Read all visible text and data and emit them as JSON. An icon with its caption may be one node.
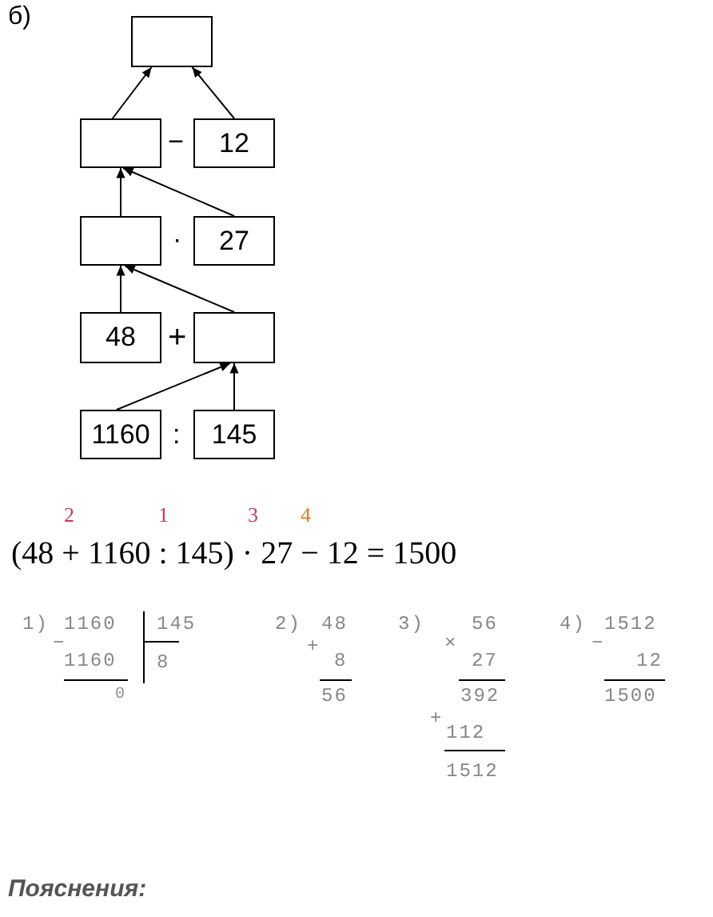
{
  "diagram": {
    "nodes": [
      {
        "text": [],
        "shape": "box"
      },
      {
        "text": [],
        "shape": "box"
      },
      {
        "text": [
          "12"
        ]
      },
      {
        "text": [],
        "shape": "box"
      },
      {
        "text": [
          "27"
        ]
      },
      {
        "text": [
          "48"
        ]
      },
      {
        "text": [],
        "shape": "box"
      },
      {
        "text": [
          "1160"
        ]
      },
      {
        "text": [
          "145"
        ]
      }
    ],
    "edges": [
      {
        "from": 1,
        "to": 0,
        "arrow": "to"
      },
      {
        "from": 2,
        "to": 0,
        "arrow": "to"
      },
      {
        "from": 3,
        "to": 1,
        "arrow": "to"
      },
      {
        "from": 4,
        "to": 1,
        "arrow": "to"
      },
      {
        "from": 5,
        "to": 3,
        "arrow": "to"
      },
      {
        "from": 6,
        "to": 3,
        "arrow": "to"
      },
      {
        "from": 7,
        "to": 6,
        "arrow": "to"
      },
      {
        "from": 8,
        "to": 6,
        "arrow": "to"
      }
    ],
    "labels": [
      "б)",
      "−",
      "·",
      "+",
      ":",
      "2",
      "1",
      "3",
      "4",
      "(48 + 1160 : 145) · 27 − 12 = 1500",
      "1)",
      "1160",
      "145",
      "−",
      "1160",
      "8",
      "0",
      "2)",
      "48",
      "+",
      "8",
      "56",
      "3)",
      "×",
      "56",
      "27",
      "392",
      "+",
      "112",
      "1512",
      "4)",
      "1512",
      "−",
      "12",
      "1500",
      "Пояснения:"
    ]
  }
}
